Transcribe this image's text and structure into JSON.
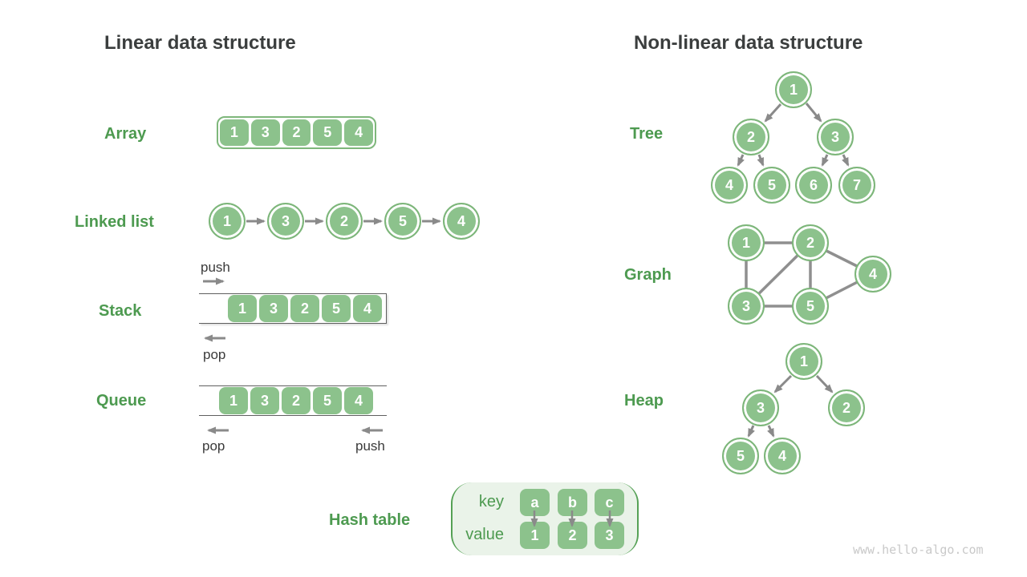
{
  "page": {
    "left_title": "Linear data structure",
    "right_title": "Non-linear data structure",
    "watermark": "www.hello-algo.com"
  },
  "colors": {
    "node_green": "#8cc28c",
    "node_border_green": "#7db67a",
    "label_green": "#4d9a50",
    "title_dark": "#3b3e3e",
    "arrow_gray": "#8a8a8a",
    "hash_bg": "#eaf3e9",
    "watermark_gray": "#c9c9c9"
  },
  "array": {
    "label": "Array",
    "values": [
      "1",
      "3",
      "2",
      "5",
      "4"
    ]
  },
  "linked_list": {
    "label": "Linked list",
    "values": [
      "1",
      "3",
      "2",
      "5",
      "4"
    ]
  },
  "stack": {
    "label": "Stack",
    "values": [
      "1",
      "3",
      "2",
      "5",
      "4"
    ],
    "push_label": "push",
    "pop_label": "pop"
  },
  "queue": {
    "label": "Queue",
    "values": [
      "1",
      "3",
      "2",
      "5",
      "4"
    ],
    "pop_label": "pop",
    "push_label": "push"
  },
  "hash_table": {
    "label": "Hash table",
    "key_label": "key",
    "value_label": "value",
    "keys": [
      "a",
      "b",
      "c"
    ],
    "values": [
      "1",
      "2",
      "3"
    ]
  },
  "tree": {
    "label": "Tree",
    "nodes": [
      "1",
      "2",
      "3",
      "4",
      "5",
      "6",
      "7"
    ]
  },
  "graph": {
    "label": "Graph",
    "nodes": [
      "1",
      "2",
      "3",
      "5",
      "4"
    ]
  },
  "heap": {
    "label": "Heap",
    "nodes": [
      "1",
      "3",
      "2",
      "5",
      "4"
    ]
  }
}
